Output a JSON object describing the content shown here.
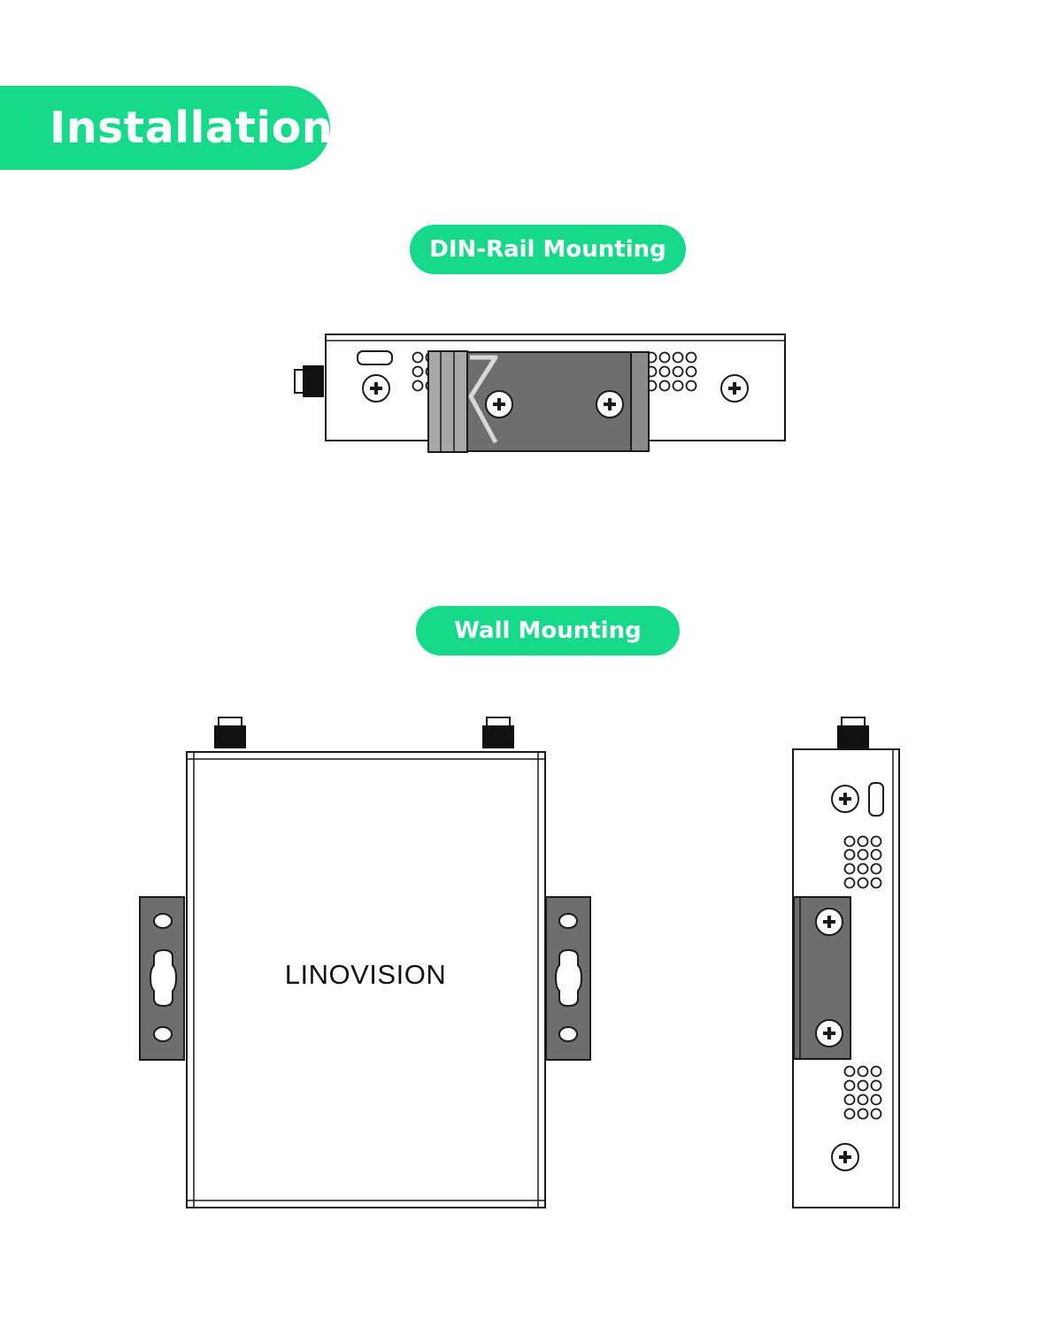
{
  "header": {
    "title": "Installation"
  },
  "sections": {
    "din_rail": {
      "label": "DIN-Rail Mounting"
    },
    "wall": {
      "label": "Wall Mounting"
    }
  },
  "device": {
    "brand": "LINOVISION"
  },
  "colors": {
    "accent": "#16d98a",
    "bracket_dark": "#6e6e6e",
    "bracket_light": "#a8a8a8",
    "outline": "#1a1a1a"
  }
}
